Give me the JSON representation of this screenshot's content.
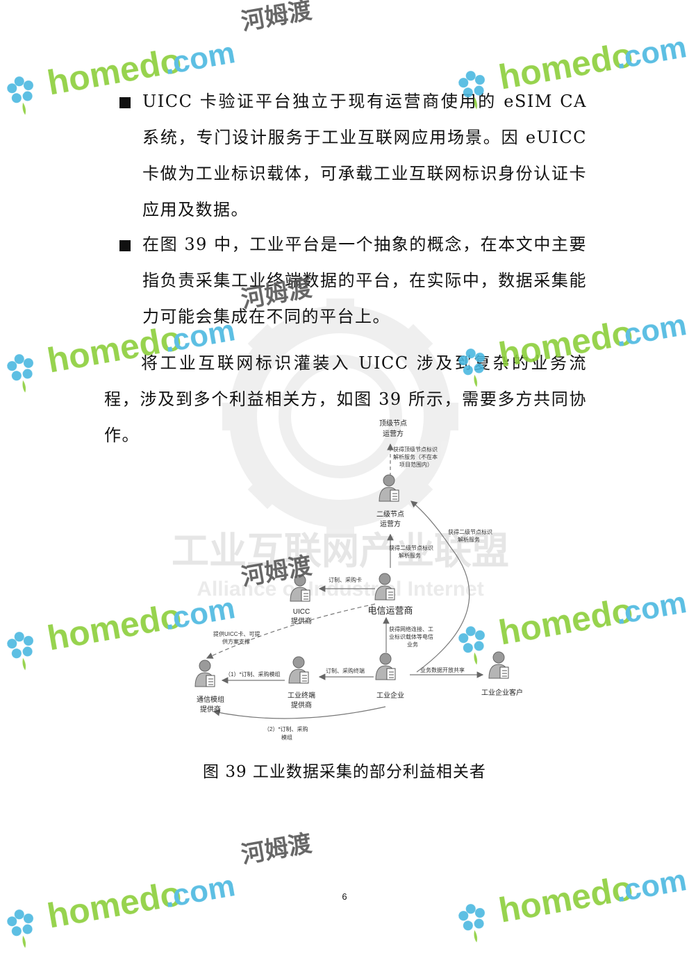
{
  "bullets": [
    {
      "text": "UICC 卡验证平台独立于现有运营商使用的 eSIM CA 系统，专门设计服务于工业互联网应用场景。因 eUICC 卡做为工业标识载体，可承载工业互联网标识身份认证卡应用及数据。"
    },
    {
      "text": "在图 39 中，工业平台是一个抽象的概念，在本文中主要指负责采集工业终端数据的平台，在实际中，数据采集能力可能会集成在不同的平台上。"
    }
  ],
  "paragraph": "将工业互联网标识灌装入 UICC 涉及到复杂的业务流程，涉及到多个利益相关方，如图 39 所示，需要多方共同协作。",
  "diagram": {
    "nodes": {
      "top": [
        "顶级节点",
        "运营方"
      ],
      "second": [
        "二级节点",
        "运营方"
      ],
      "telecom": [
        "电信运营商"
      ],
      "uicc": [
        "UICC",
        "提供商"
      ],
      "module": [
        "通信模组",
        "提供商"
      ],
      "terminal": [
        "工业终端",
        "提供商"
      ],
      "enterprise": [
        "工业企业"
      ],
      "customer": [
        "工业企业客户"
      ]
    },
    "edges": {
      "top_service": [
        "获得顶级节点标识",
        "解析服务（不在本",
        "项目范围内）"
      ],
      "second_service": [
        "获得二级节点标识",
        "解析服务"
      ],
      "second_service_right": [
        "获得二级节点标识",
        "解析服务"
      ],
      "order_card": [
        "订制、采购卡"
      ],
      "uicc_support": [
        "提供UICC卡、可提",
        "供方案支撑"
      ],
      "network": [
        "获得网络连接、工",
        "业标识载体等电信",
        "业务"
      ],
      "order_terminal": [
        "订制、采购终端"
      ],
      "order_module_1": [
        "（1）*订制、采购模组"
      ],
      "order_module_2": [
        "（2）*订制、采购",
        "模组"
      ],
      "data_share": [
        "业务数据开放共享"
      ]
    }
  },
  "caption": "图 39 工业数据采集的部分利益相关者",
  "page_number": "6",
  "watermark": {
    "site_text": "homedo",
    "domain_text": ".com",
    "chinese_text": "河姆渡",
    "logo_cn": "工业互联网产业联盟",
    "logo_en": "Alliance of Industrial Internet",
    "colors": {
      "green": "#8ccf3a",
      "blue": "#4bb8e0",
      "gray": "#d9d9d9"
    }
  }
}
